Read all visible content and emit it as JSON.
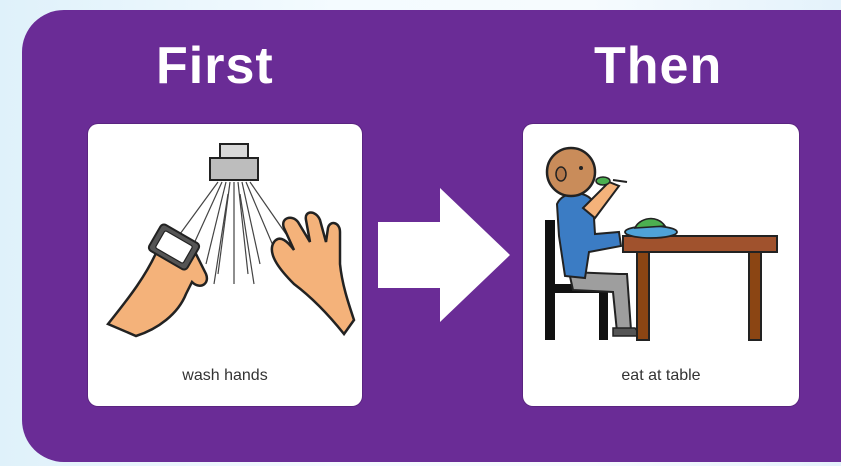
{
  "board": {
    "first_heading": "First",
    "then_heading": "Then"
  },
  "cards": {
    "first": {
      "caption": "wash hands",
      "icon": "wash-hands-icon"
    },
    "then": {
      "caption": "eat at table",
      "icon": "eat-at-table-icon"
    }
  },
  "arrow": {
    "icon": "right-arrow-icon"
  },
  "colors": {
    "board": "#6a2c96",
    "card": "#ffffff",
    "heading_text": "#ffffff",
    "skin": "#f4b27a",
    "shirt": "#3b7cc4",
    "table": "#a0522d"
  }
}
